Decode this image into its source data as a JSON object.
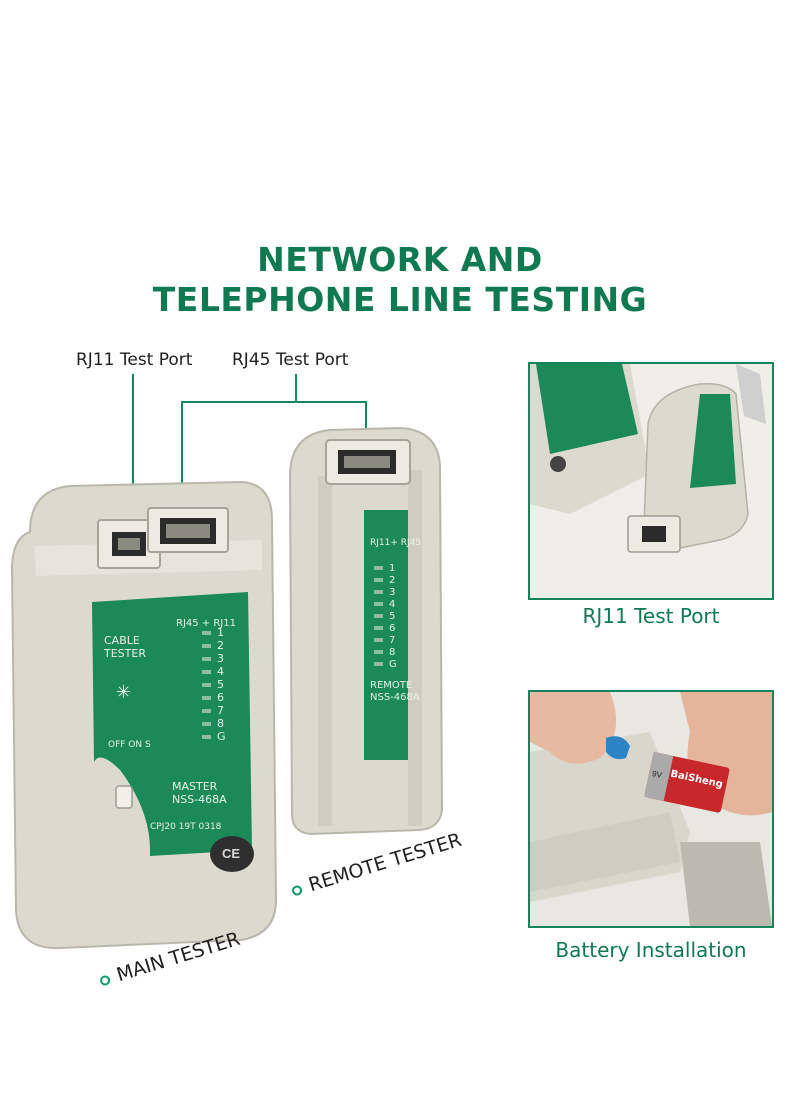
{
  "headline": {
    "line1": "NETWORK AND",
    "line2": "TELEPHONE LINE TESTING"
  },
  "callouts": {
    "rj11": "RJ11 Test Port",
    "rj45": "RJ45 Test Port"
  },
  "labels": {
    "main_tester": "MAIN TESTER",
    "remote_tester": "REMOTE TESTER"
  },
  "main_device": {
    "panel_title": "CABLE TESTER",
    "panel_title_l1": "CABLE",
    "panel_title_l2": "TESTER",
    "port_label": "RJ45 + RJ11",
    "leds": [
      "1",
      "2",
      "3",
      "4",
      "5",
      "6",
      "7",
      "8",
      "G"
    ],
    "switch_label": "OFF ON S",
    "model_l1": "MASTER",
    "model_l2": "NSS-468A",
    "serial": "CPJ20 19T 0318",
    "ce_mark": "CE"
  },
  "remote_device": {
    "port_label": "RJ11+ RJ45",
    "leds": [
      "1",
      "2",
      "3",
      "4",
      "5",
      "6",
      "7",
      "8",
      "G"
    ],
    "model_l1": "REMOTE",
    "model_l2": "NSS-468A"
  },
  "photos": {
    "top_caption": "RJ11 Test Port",
    "bottom_caption": "Battery Installation",
    "battery_brand": "BaiSheng",
    "battery_voltage": "9V"
  },
  "colors": {
    "brand_green": "#0f7a52",
    "device_body": "#d9d7cc",
    "panel_green": "#1b8a57"
  }
}
